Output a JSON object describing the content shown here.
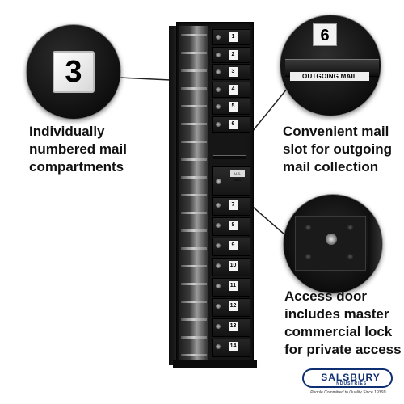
{
  "callouts": {
    "numbered": {
      "plate_number": "3",
      "caption": [
        "Individually",
        "numbered mail",
        "compartments"
      ]
    },
    "outgoing": {
      "plate_number": "6",
      "slot_label": "OUTGOING MAIL",
      "caption": [
        "Convenient mail",
        "slot for outgoing",
        "mail collection"
      ]
    },
    "access": {
      "caption": [
        "Access door",
        "includes master",
        "commercial lock",
        "for private access"
      ]
    }
  },
  "mailbox": {
    "upper_doors": [
      "1",
      "2",
      "3",
      "4",
      "5",
      "6"
    ],
    "access_plate": "U.S. MAIL",
    "lower_doors": [
      "7",
      "8",
      "9",
      "10",
      "11",
      "12",
      "13",
      "14"
    ]
  },
  "logo": {
    "name": "SALSBURY",
    "subtitle": "INDUSTRIES",
    "tagline": "People Committed to Quality Since 1936®"
  },
  "colors": {
    "cabinet": "#161616",
    "logo_blue": "#0f2f73",
    "caption_text": "#111111"
  }
}
